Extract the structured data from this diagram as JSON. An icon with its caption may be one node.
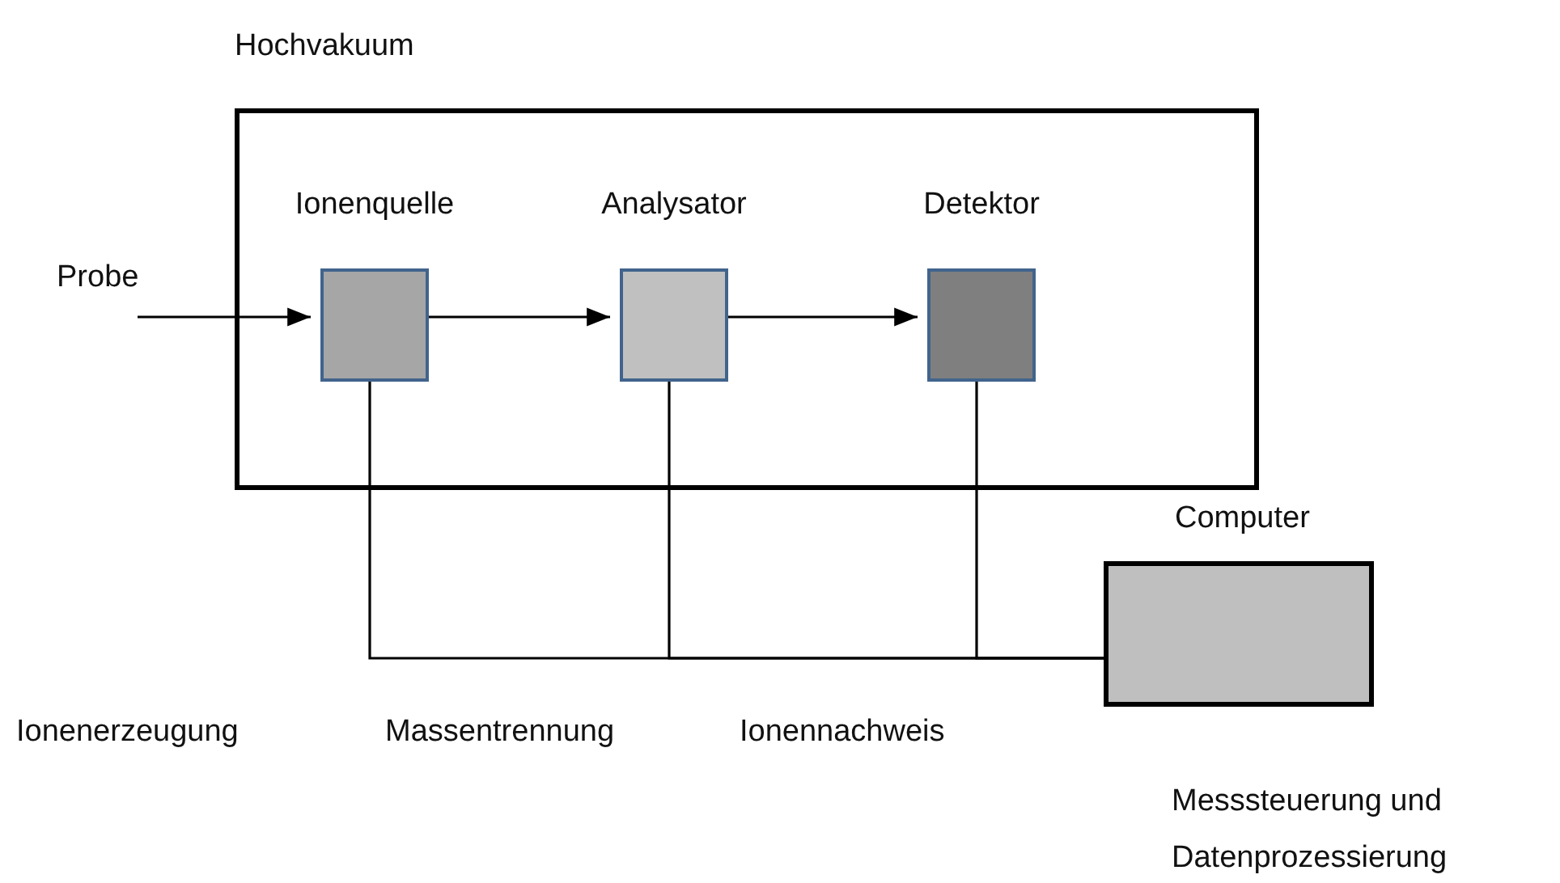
{
  "diagram": {
    "nodes": [
      {
        "text": [
          "Hochvakuum"
        ]
      },
      {
        "text": [
          "Ionenquelle"
        ],
        "in": 0
      },
      {
        "text": [
          "Analysator"
        ],
        "in": 0
      },
      {
        "text": [
          "Detektor"
        ],
        "in": 0
      },
      {
        "text": [
          "Probe"
        ]
      },
      {
        "text": [
          "Computer",
          "Messsteuerung und Datenprozessierung"
        ]
      }
    ],
    "edges": [
      {
        "from": 4,
        "to": 1,
        "arrow": "to"
      },
      {
        "from": 1,
        "to": 2,
        "arrow": "to"
      },
      {
        "from": 2,
        "to": 3,
        "arrow": "to"
      },
      {
        "from": 1,
        "to": 5,
        "arrow": "none"
      },
      {
        "from": 2,
        "to": 5,
        "arrow": "none"
      },
      {
        "from": 3,
        "to": 5,
        "arrow": "none"
      }
    ],
    "labels": [
      "Ionenerzeugung",
      "Massentrennung",
      "Ionennachweis"
    ]
  }
}
